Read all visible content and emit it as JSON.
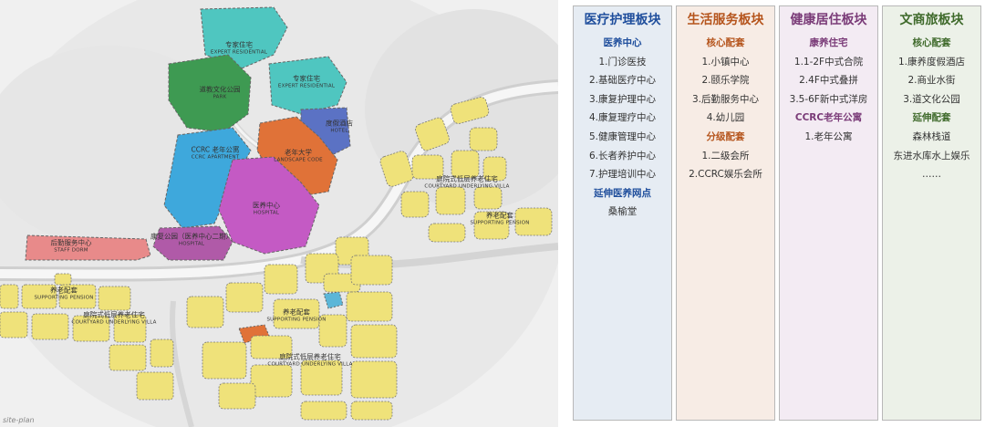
{
  "site_plan": {
    "watermark": "site-plan",
    "zones": [
      {
        "id": "expert1",
        "cn": "专家住宅",
        "en": "EXPERT RESIDENTIAL",
        "color": "#4fc6c0"
      },
      {
        "id": "expert2",
        "cn": "专家住宅",
        "en": "EXPERT RESIDENTIAL",
        "color": "#4fc6c0"
      },
      {
        "id": "park",
        "cn": "道教文化公园",
        "en": "PARK",
        "color": "#3e9a52"
      },
      {
        "id": "hotel",
        "cn": "度假酒店",
        "en": "HOTEL",
        "color": "#5b72c4"
      },
      {
        "id": "ccrc",
        "cn": "CCRC 老年公寓",
        "en": "CCRC APARTMENT",
        "color": "#3ea8dc"
      },
      {
        "id": "college",
        "cn": "老年大学",
        "en": "LANDSCAPE CODE",
        "color": "#e07238"
      },
      {
        "id": "hospital",
        "cn": "医养中心",
        "en": "HOSPITAL",
        "color": "#c45ac4"
      },
      {
        "id": "rehab",
        "cn": "康复公园（医养中心二期）",
        "en": "HOSPITAL",
        "color": "#b05aa8"
      },
      {
        "id": "staff",
        "cn": "后勤服务中心",
        "en": "STAFF DORM",
        "color": "#e88a8a"
      },
      {
        "id": "villa1",
        "cn": "庭院式低层养老住宅",
        "en": "COURTYARD UNDERLYING VILLA",
        "color": "#efe27a"
      },
      {
        "id": "pension1",
        "cn": "养老配套",
        "en": "SUPPORTING PENSION",
        "color": "#efe27a"
      },
      {
        "id": "pension2",
        "cn": "养老配套",
        "en": "SUPPORTING PENSION",
        "color": "#efe27a"
      },
      {
        "id": "villa2",
        "cn": "庭院式低层养老住宅",
        "en": "COURTYARD UNDERLYING VILLA",
        "color": "#efe27a"
      },
      {
        "id": "pension3",
        "cn": "养老配套",
        "en": "SUPPORTING PENSION",
        "color": "#efe27a"
      },
      {
        "id": "villa3",
        "cn": "庭院式低层养老住宅",
        "en": "COURTYARD UNDERLYING VILLA",
        "color": "#efe27a"
      }
    ]
  },
  "columns": [
    {
      "title": "医疗护理板块",
      "title_color": "#1f4e9c",
      "bg": "#e6ecf3",
      "items": [
        {
          "text": "医养中心",
          "type": "sub",
          "color": "#1f4e9c"
        },
        {
          "text": "1.门诊医技",
          "type": "item"
        },
        {
          "text": "2.基础医疗中心",
          "type": "item"
        },
        {
          "text": "3.康复护理中心",
          "type": "item"
        },
        {
          "text": "4.康复理疗中心",
          "type": "item"
        },
        {
          "text": "5.健康管理中心",
          "type": "item"
        },
        {
          "text": "6.长者养护中心",
          "type": "item"
        },
        {
          "text": "7.护理培训中心",
          "type": "item"
        },
        {
          "text": "延伸医养网点",
          "type": "sub",
          "color": "#1f4e9c"
        },
        {
          "text": "桑榆堂",
          "type": "item"
        }
      ]
    },
    {
      "title": "生活服务板块",
      "title_color": "#b5541c",
      "bg": "#f7ece5",
      "items": [
        {
          "text": "核心配套",
          "type": "sub",
          "color": "#b5541c"
        },
        {
          "text": "1.小镇中心",
          "type": "item"
        },
        {
          "text": "2.颐乐学院",
          "type": "item"
        },
        {
          "text": "3.后勤服务中心",
          "type": "item"
        },
        {
          "text": "4.幼儿园",
          "type": "item"
        },
        {
          "text": "分级配套",
          "type": "sub",
          "color": "#b5541c"
        },
        {
          "text": "1.二级会所",
          "type": "item"
        },
        {
          "text": "2.CCRC娱乐会所",
          "type": "item"
        }
      ]
    },
    {
      "title": "健康居住板块",
      "title_color": "#7a3b78",
      "bg": "#f3ebf3",
      "items": [
        {
          "text": "康养住宅",
          "type": "sub",
          "color": "#7a3b78"
        },
        {
          "text": "1.1-2F中式合院",
          "type": "item"
        },
        {
          "text": "2.4F中式叠拼",
          "type": "item"
        },
        {
          "text": "3.5-6F新中式洋房",
          "type": "item"
        },
        {
          "text": "CCRC老年公寓",
          "type": "sub",
          "color": "#7a3b78"
        },
        {
          "text": "1.老年公寓",
          "type": "item"
        }
      ]
    },
    {
      "title": "文商旅板块",
      "title_color": "#3f6a2b",
      "bg": "#ecf1e8",
      "items": [
        {
          "text": "核心配套",
          "type": "sub",
          "color": "#3f6a2b"
        },
        {
          "text": "1.康养度假酒店",
          "type": "item"
        },
        {
          "text": "2.商业水街",
          "type": "item"
        },
        {
          "text": "3.道文化公园",
          "type": "item"
        },
        {
          "text": "延伸配套",
          "type": "sub",
          "color": "#3f6a2b"
        },
        {
          "text": "森林栈道",
          "type": "item"
        },
        {
          "text": "东进水库水上娱乐",
          "type": "item"
        },
        {
          "text": "……",
          "type": "item"
        }
      ]
    }
  ]
}
